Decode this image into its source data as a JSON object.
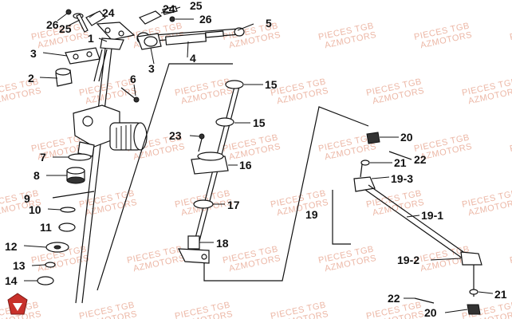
{
  "watermark": {
    "line1": "PIECES TGB",
    "line2": "AZMOTORS",
    "color": "#e6a089"
  },
  "callouts": [
    "26",
    "25",
    "24",
    "24",
    "25",
    "26",
    "5",
    "1",
    "3",
    "4",
    "3",
    "2",
    "6",
    "15",
    "15",
    "23",
    "16",
    "7",
    "8",
    "9",
    "10",
    "11",
    "12",
    "13",
    "14",
    "17",
    "18",
    "20",
    "22",
    "21",
    "19-3",
    "19",
    "19-1",
    "19-2",
    "22",
    "21",
    "20"
  ],
  "logo": {
    "name": "tgb-logo",
    "color": "#c8302a"
  }
}
